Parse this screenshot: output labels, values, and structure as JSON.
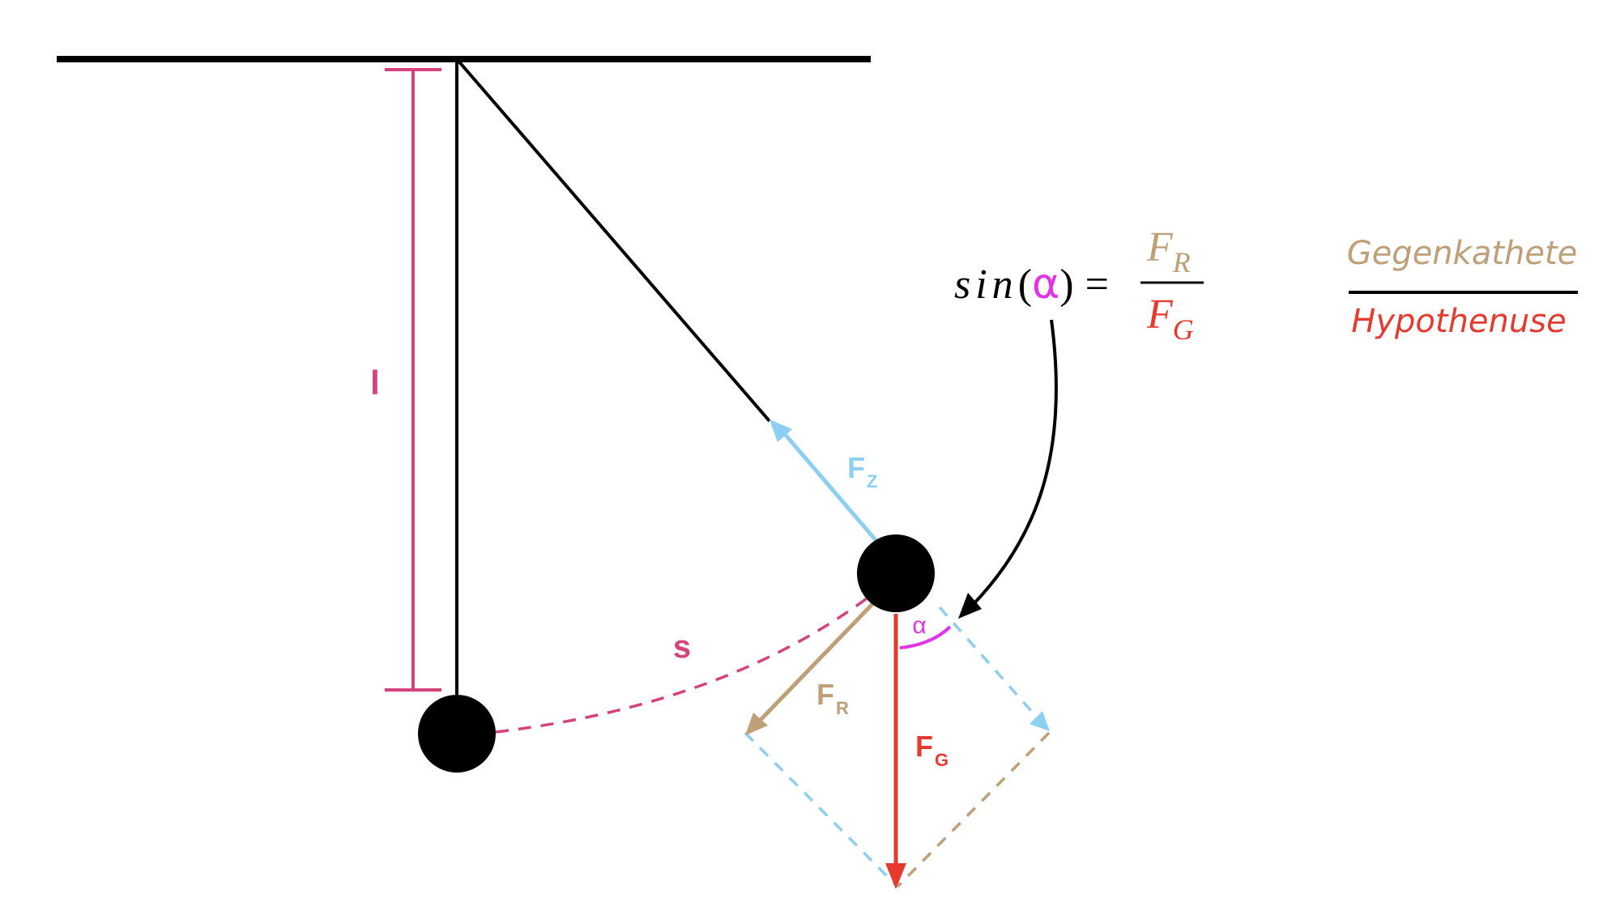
{
  "labels": {
    "length": "l",
    "arc": "s",
    "tension_force": {
      "main": "F",
      "sub": "Z"
    },
    "restoring_force": {
      "main": "F",
      "sub": "R"
    },
    "gravity_force": {
      "main": "F",
      "sub": "G"
    },
    "angle": "α"
  },
  "formula": {
    "func": "sin",
    "open_paren": "(",
    "angle": "α",
    "close_paren": ")",
    "equals": "=",
    "numerator": {
      "main": "F",
      "sub": "R"
    },
    "denominator": {
      "main": "F",
      "sub": "G"
    }
  },
  "ratio": {
    "numerator": "Gegenkathete",
    "denominator": "Hypothenuse"
  },
  "colors": {
    "black": "#000000",
    "length_pink": "#d6427e",
    "tension_blue": "#8ccff3",
    "restoring_tan": "#bf9f77",
    "gravity_red": "#e63a2e",
    "angle_magenta": "#e234e6"
  }
}
